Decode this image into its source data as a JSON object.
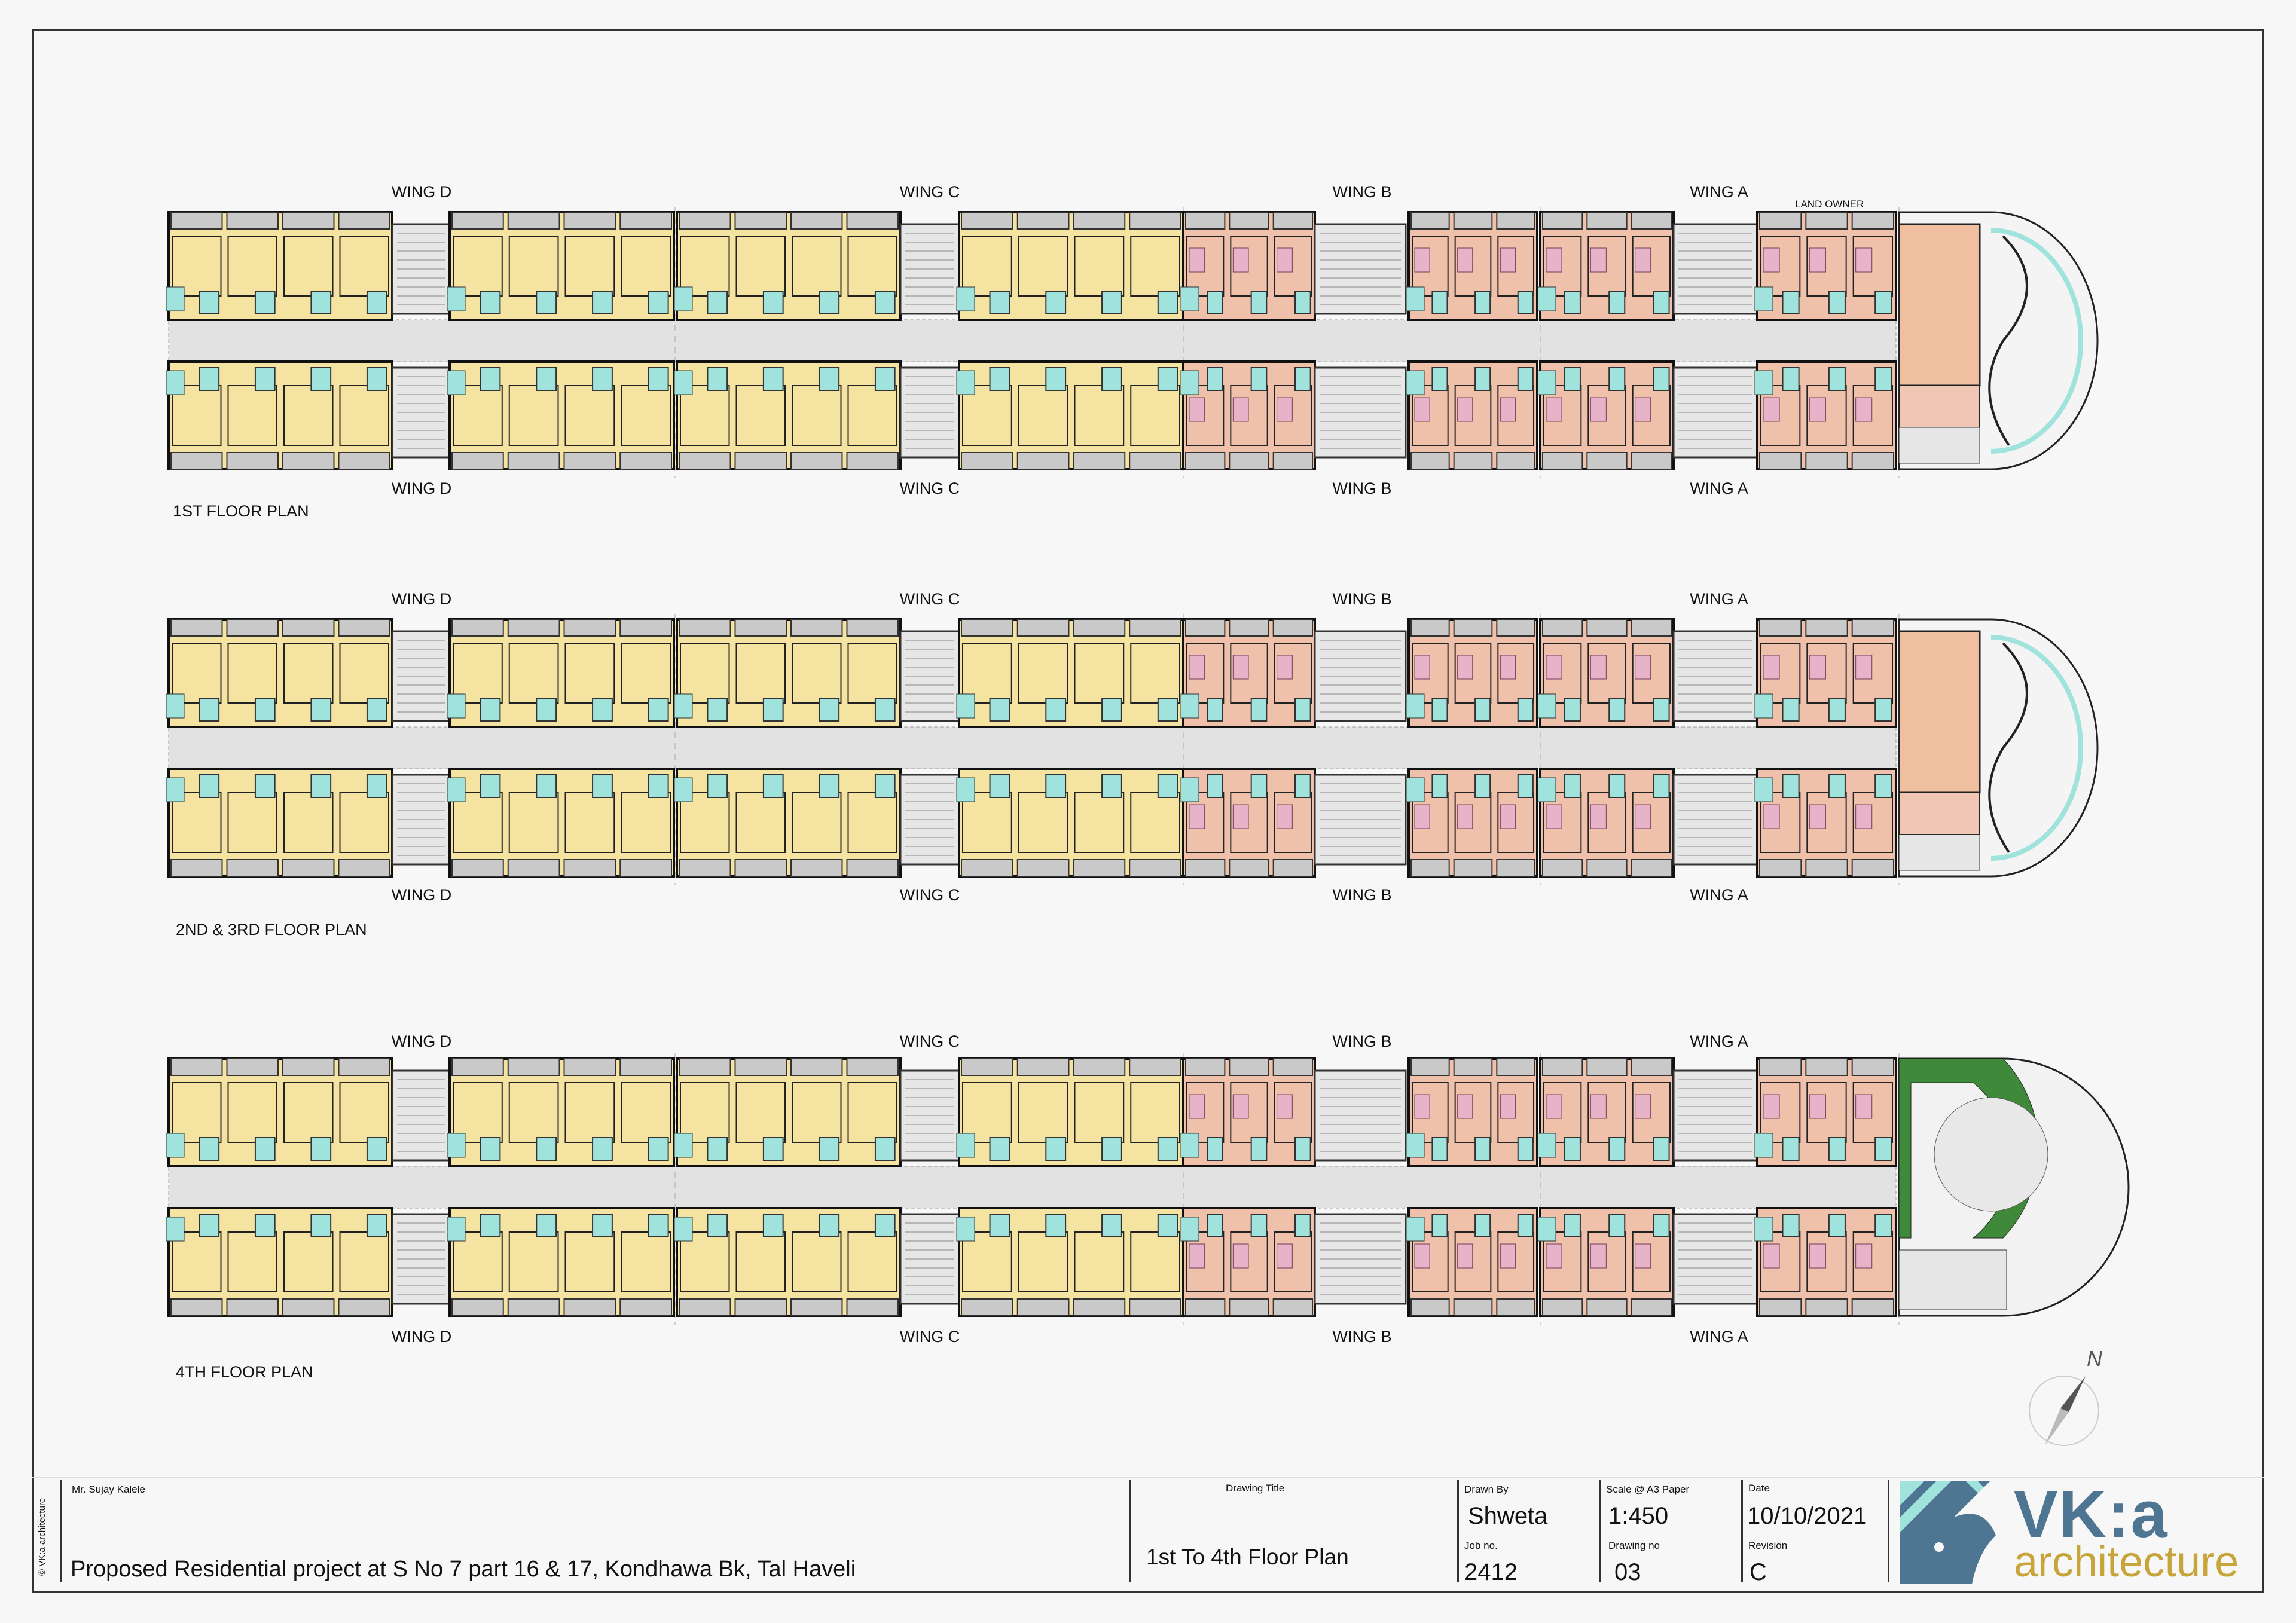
{
  "floor_plans": [
    {
      "title": "1ST FLOOR PLAN",
      "wings_top": [
        "WING D",
        "WING C",
        "WING B",
        "WING A"
      ],
      "wings_bottom": [
        "WING D",
        "WING C",
        "WING B",
        "WING A"
      ],
      "end_feature": "land-owner-terrace",
      "note": "LAND OWNER"
    },
    {
      "title": "2ND & 3RD FLOOR PLAN",
      "wings_top": [
        "WING D",
        "WING C",
        "WING B",
        "WING A"
      ],
      "wings_bottom": [
        "WING D",
        "WING C",
        "WING B",
        "WING A"
      ],
      "end_feature": "terrace"
    },
    {
      "title": "4TH FLOOR PLAN",
      "wings_top": [
        "WING D",
        "WING C",
        "WING B",
        "WING A"
      ],
      "wings_bottom": [
        "WING D",
        "WING C",
        "WING B",
        "WING A"
      ],
      "end_feature": "garden"
    }
  ],
  "north_label": "N",
  "colors": {
    "wing_cd_unit": "#f4e3a1",
    "wing_ab_unit": "#efc0aa",
    "bath": "#9fe3dc",
    "balcony": "#c9c9c9",
    "passage": "#e2e2e2",
    "garden": "#3f8a3a",
    "logo_blue": "#4e7592",
    "logo_gold": "#c7a53a"
  },
  "title_block": {
    "copyright": "© VK:a architecture",
    "client": "Mr. Sujay Kalele",
    "project": "Proposed Residential project at S No 7 part 16 & 17, Kondhawa Bk, Tal Haveli",
    "drawing_title_label": "Drawing Title",
    "drawing_title": "1st To 4th Floor Plan",
    "drawn_by_label": "Drawn By",
    "drawn_by": "Shweta",
    "job_no_label": "Job no.",
    "job_no": "2412",
    "scale_label": "Scale @ A3 Paper",
    "scale": "1:450",
    "drawing_no_label": "Drawing no",
    "drawing_no": "03",
    "date_label": "Date",
    "date": "10/10/2021",
    "revision_label": "Revision",
    "revision": "C"
  },
  "logo": {
    "mark": "VK:a",
    "word": "architecture"
  }
}
